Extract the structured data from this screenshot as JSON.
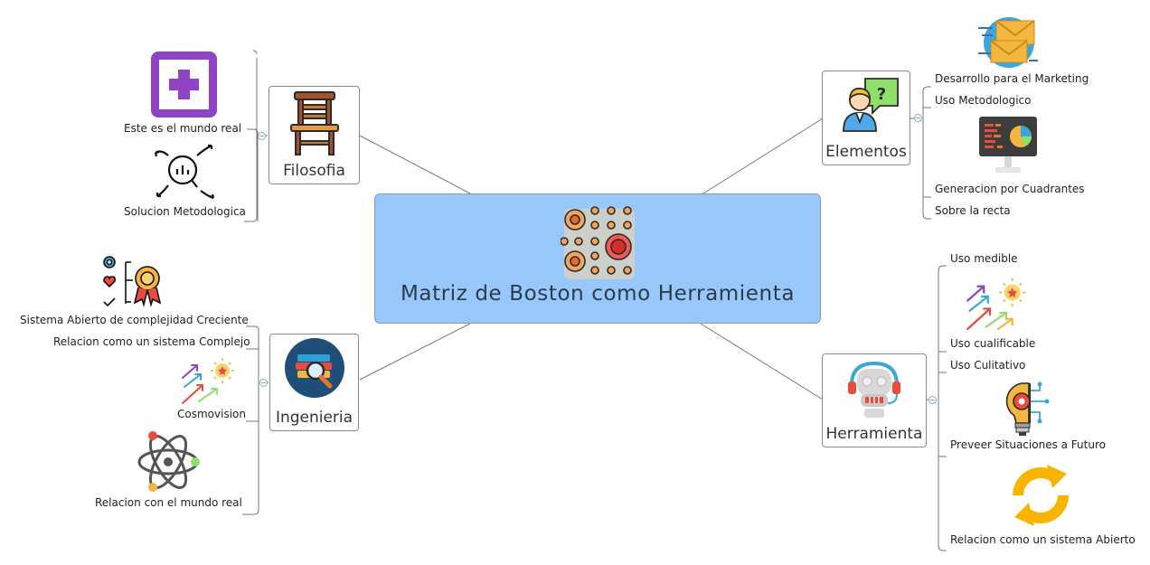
{
  "central": {
    "title": "Matriz de Boston como Herramienta"
  },
  "branches": {
    "filosofia": {
      "label": "Filosofia",
      "leaves": [
        "Este es el mundo real",
        "Solucion Metodologica"
      ]
    },
    "ingenieria": {
      "label": "Ingenieria",
      "leaves": [
        "Sistema Abierto de complejidad Creciente",
        "Relacion como un sistema Complejo",
        "Cosmovision",
        "Relacion con el mundo real"
      ]
    },
    "elementos": {
      "label": "Elementos",
      "leaves": [
        "Desarrollo para el Marketing",
        "Uso Metodologico",
        "Generacion por Cuadrantes",
        "Sobre la recta"
      ]
    },
    "herramienta": {
      "label": "Herramienta",
      "leaves": [
        "Uso medible",
        "Uso cualificable",
        "Uso Culitativo",
        "Preveer Situaciones a Futuro",
        "Relacion como un sistema Abierto"
      ]
    }
  },
  "colors": {
    "central_fill": "#98c8fb",
    "connector": "#777777",
    "toggle": "#8aa7c8"
  },
  "icons": {
    "central": "matrix-dots-icon",
    "filosofia": "chair-icon",
    "ingenieria": "books-magnifier-icon",
    "elementos": "person-question-icon",
    "herramienta": "robot-headset-icon"
  }
}
